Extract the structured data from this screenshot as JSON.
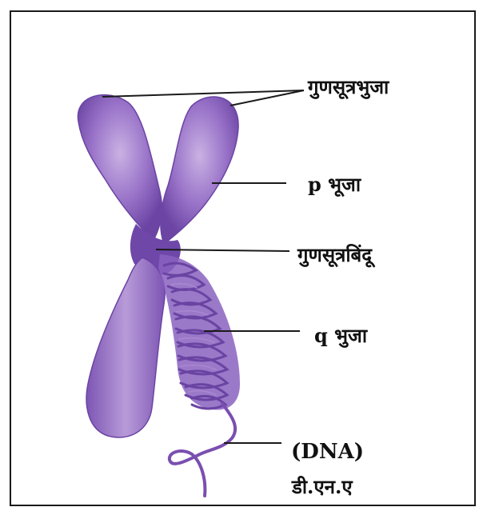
{
  "labels": {
    "chromatid": "गुणसूत्रभुजा",
    "p_arm": "p भूजा",
    "centromere": "गुणसूत्रबिंदू",
    "q_arm": "q भुजा",
    "dna_en": "(DNA)",
    "dna_hi": "डी.एन.ए"
  },
  "colors": {
    "chromosome": "#7a4fb0",
    "chromosome_light": "#b79ad6",
    "chromosome_dark": "#5e3a93",
    "leader_line": "#1a1a1a",
    "border": "#1a1a1a"
  }
}
